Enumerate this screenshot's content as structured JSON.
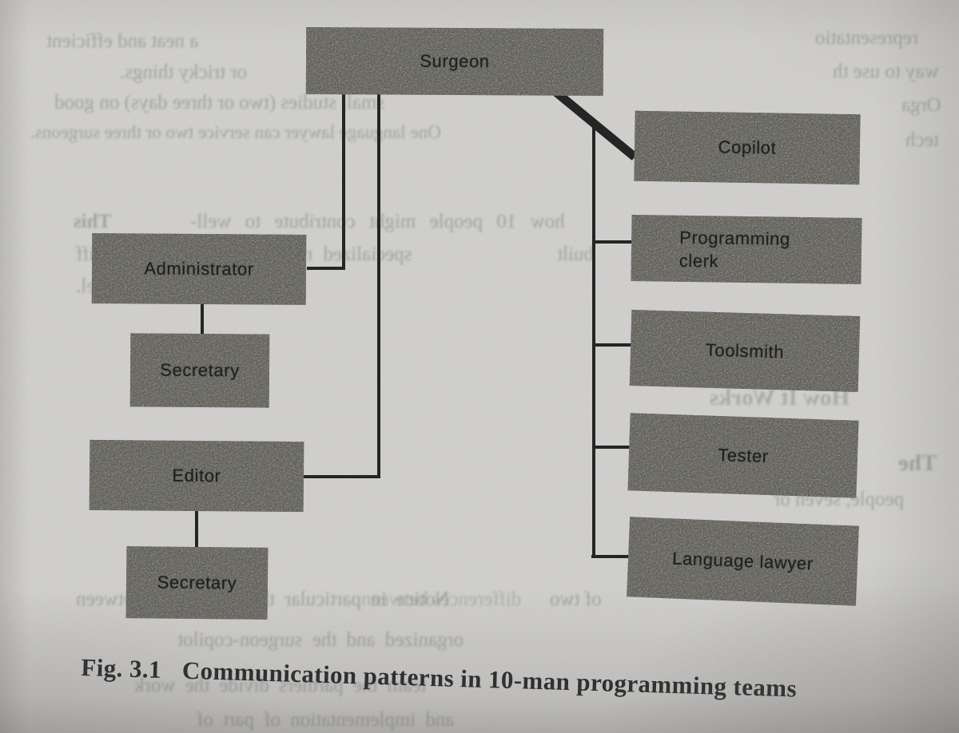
{
  "figure": {
    "caption_prefix": "Fig. 3.1",
    "caption_text": "Communication patterns in 10-man programming teams"
  },
  "diagram": {
    "nodes": {
      "surgeon": {
        "label": "Surgeon"
      },
      "copilot": {
        "label": "Copilot"
      },
      "programming_clerk": {
        "label": "Programming clerk",
        "line1": "Programming",
        "line2": "clerk"
      },
      "toolsmith": {
        "label": "Toolsmith"
      },
      "tester": {
        "label": "Tester"
      },
      "language_lawyer": {
        "label": "Language lawyer"
      },
      "administrator": {
        "label": "Administrator"
      },
      "secretary_administrator": {
        "label": "Secretary"
      },
      "editor": {
        "label": "Editor"
      },
      "secretary_editor": {
        "label": "Secretary"
      }
    },
    "edges": [
      {
        "from": "Surgeon",
        "to": "Copilot",
        "weight": "thick"
      },
      {
        "from": "Surgeon",
        "to": "Administrator",
        "weight": "thin"
      },
      {
        "from": "Surgeon",
        "to": "Editor",
        "weight": "thin"
      },
      {
        "from": "Surgeon",
        "to": "Programming clerk",
        "weight": "thin"
      },
      {
        "from": "Surgeon",
        "to": "Toolsmith",
        "weight": "thin"
      },
      {
        "from": "Surgeon",
        "to": "Tester",
        "weight": "thin"
      },
      {
        "from": "Surgeon",
        "to": "Language lawyer",
        "weight": "thin"
      },
      {
        "from": "Administrator",
        "to": "Secretary",
        "weight": "thin"
      },
      {
        "from": "Editor",
        "to": "Secretary",
        "weight": "thin"
      }
    ]
  },
  "colors": {
    "page_background": "#d5d4d2",
    "box_fill": "#a7a49b",
    "line": "#232323",
    "label_text": "#1d1d1f",
    "caption_text": "#26262a"
  },
  "faint_fragments": [
    {
      "text": "This",
      "mirrored": true
    },
    {
      "text": "how 10 people might contribute to well-",
      "mirrored": true
    },
    {
      "text": "diff",
      "mirrored": true
    },
    {
      "text": "specialized roles on a",
      "mirrored": true
    },
    {
      "text": "built",
      "mirrored": true
    },
    {
      "text": "on the surgical model.",
      "mirrored": true
    },
    {
      "text": "Notice in particular the differences between",
      "mirrored": true
    },
    {
      "text": "of two",
      "mirrored": true
    },
    {
      "text": "a neat and efficient",
      "mirrored": true
    },
    {
      "text": "or tricky things.",
      "mirrored": true
    },
    {
      "text": "small studies (two or three days) on good",
      "mirrored": true
    },
    {
      "text": "One language lawyer can service two or three surgeons.",
      "mirrored": true
    },
    {
      "text": "representatio",
      "mirrored": true
    },
    {
      "text": "way to use th",
      "mirrored": true
    },
    {
      "text": "Orga",
      "mirrored": true
    },
    {
      "text": "tech",
      "mirrored": true
    },
    {
      "text": "How It Works",
      "mirrored": true
    },
    {
      "text": "The",
      "mirrored": true
    },
    {
      "text": "people, seven or",
      "mirrored": true
    },
    {
      "text": "organized and the surgeon-copilot",
      "mirrored": true
    },
    {
      "text": "team the partners divide the work",
      "mirrored": true
    },
    {
      "text": "and implementation of part of",
      "mirrored": true
    },
    {
      "text": "differences between",
      "mirrored": true
    }
  ]
}
